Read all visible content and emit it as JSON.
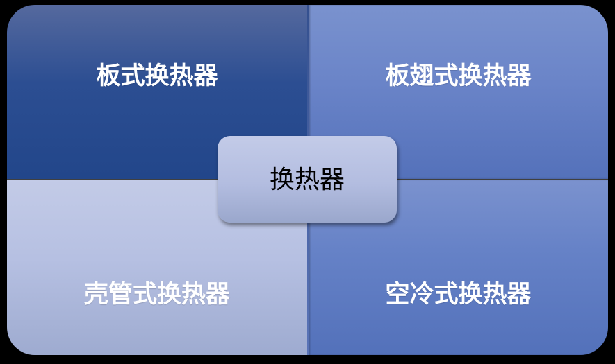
{
  "diagram": {
    "center": {
      "label": "换热器"
    },
    "quadrants": [
      {
        "position": "top-left",
        "label": "板式换热器",
        "color": "#2c4e92"
      },
      {
        "position": "top-right",
        "label": "板翅式换热器",
        "color": "#6a84c8"
      },
      {
        "position": "bottom-left",
        "label": "壳管式换热器",
        "color": "#b6c0e2"
      },
      {
        "position": "bottom-right",
        "label": "空冷式换热器",
        "color": "#6682c7"
      }
    ],
    "background_color": "#000000"
  }
}
